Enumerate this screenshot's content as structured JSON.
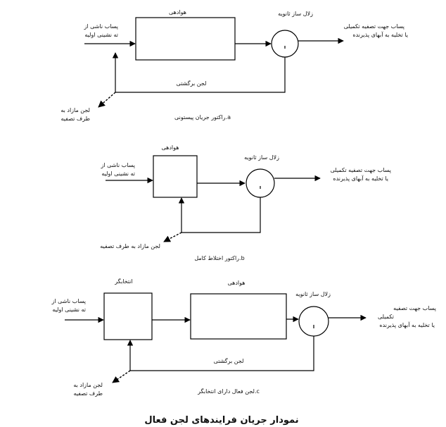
{
  "diagram_a": {
    "influent": [
      "پساب ناشی از",
      "ته نشینی اولیه"
    ],
    "aeration": "هوادهی",
    "clarifier": "زلال ساز ثانویه",
    "effluent": [
      "پساب جهت تصفیه تکمیلی",
      "یا تخلیه به آبهای پذیرنده"
    ],
    "return_sludge": "لجن برگشتی",
    "waste_sludge": [
      "لجن مازاد به",
      "طرف تصفیه"
    ],
    "caption": "راکتور جریان پیستونی.a"
  },
  "diagram_b": {
    "influent": [
      "پساب ناشی از",
      "ته نشینی اولیه"
    ],
    "aeration": "هوادهی",
    "clarifier": "زلال ساز ثانویه",
    "effluent": [
      "پساب جهت تصفیه تکمیلی",
      "یا تخلیه به آبهای پذیرنده"
    ],
    "waste_sludge": "لجن مازاد به طرف تصفیه",
    "caption": "راکتور اختلاط کامل.b"
  },
  "diagram_c": {
    "selector": "انتخابگر",
    "influent": [
      "پساب ناشی از",
      "ته نشینی اولیه"
    ],
    "aeration": "هوادهی",
    "clarifier": "زلال ساز ثانویه",
    "effluent": [
      "پساب جهت تصفیه",
      "تکمیلی",
      "یا تخلیه به آبهای پذیرنده"
    ],
    "return_sludge": "لجن برگشتی",
    "waste_sludge": [
      "لجن مازاد به",
      "طرف تصفیه"
    ],
    "caption": "لجن فعال دارای انتخابگر.c"
  },
  "figure_title": "نمودار جریان فرایندهای لجن فعال"
}
